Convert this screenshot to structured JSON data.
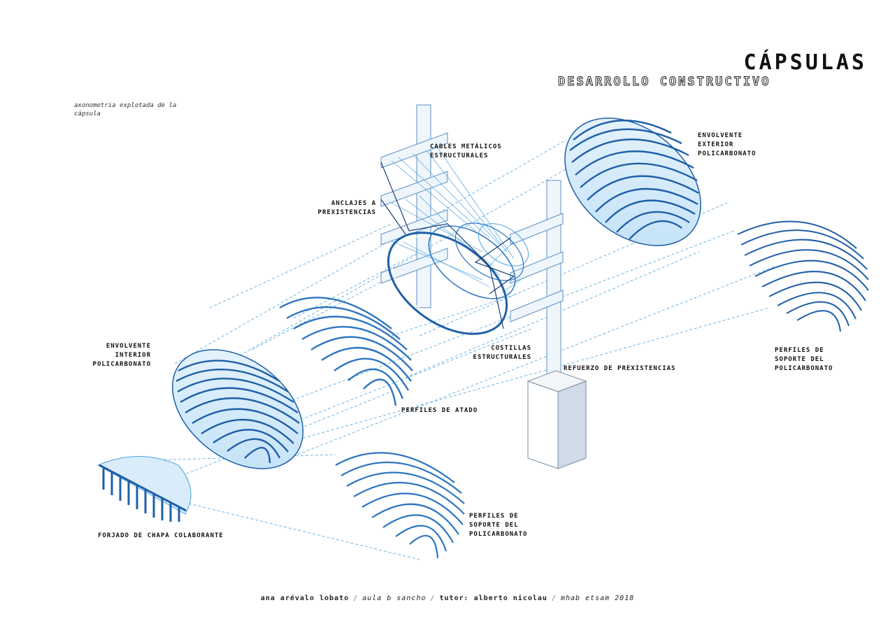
{
  "header": {
    "title": "CÁPSULAS",
    "subtitle": "DESARROLLO CONSTRUCTIVO"
  },
  "caption": "axonometria explotada de la cápsula",
  "labels": {
    "cables": "CABLES METÁLICOS\nESTRUCTURALES",
    "anclajes": "ANCLAJES A\nPREXISTENCIAS",
    "envolvente_exterior": "ENVOLVENTE\nEXTERIOR\nPOLICARBONATO",
    "envolvente_interior": "ENVOLVENTE\nINTERIOR\nPOLICARBONATO",
    "costillas": "COSTILLAS\nESTRUCTURALES",
    "refuerzo": "REFUERZO DE PREXISTENCIAS",
    "perfiles_soporte_right": "PERFILES DE\nSOPORTE DEL\nPOLICARBONATO",
    "perfiles_atado": "PERFILES DE ATADO",
    "perfiles_soporte_bottom": "PERFILES DE\nSOPORTE DEL\nPOLICARBONATO",
    "forjado": "FORJADO DE CHAPA COLABORANTE"
  },
  "footer": {
    "author": "ana arévalo lobato",
    "class": "aula b sancho",
    "tutor": "tutor: alberto nicolau",
    "program": "mhab etsam 2018"
  },
  "colors": {
    "primary_blue": "#1f5fa8",
    "light_blue": "#4aa3e0",
    "fill_blue": "#d9ecfa",
    "ink": "#111111"
  }
}
